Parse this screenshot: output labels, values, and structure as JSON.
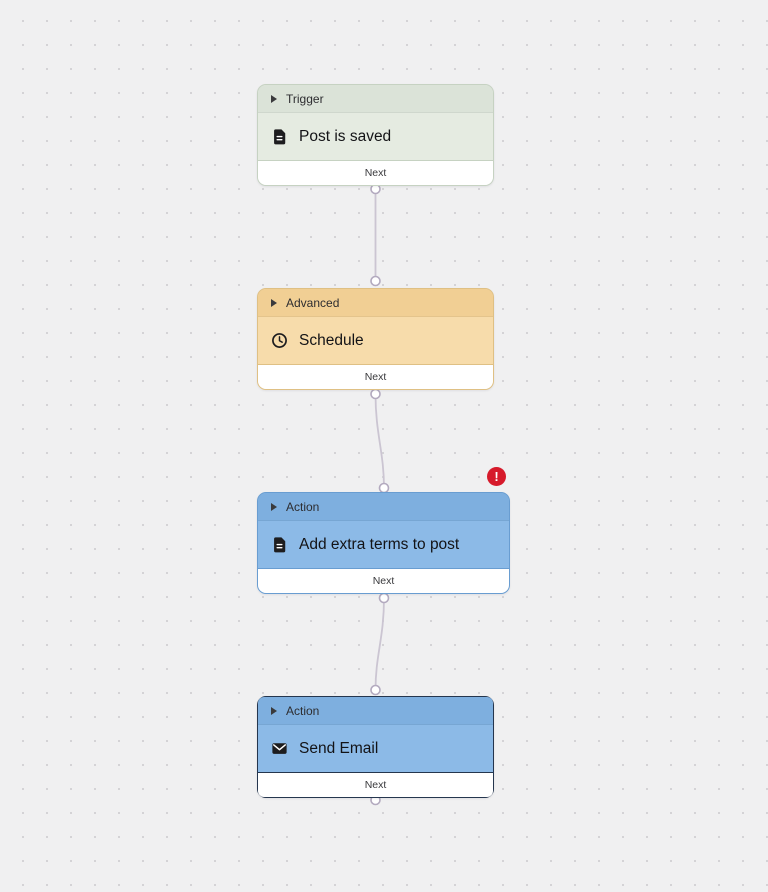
{
  "canvas": {
    "background_color": "#f0f0f1",
    "dot_color": "#d4d3d6"
  },
  "wires": {
    "line_color": "#cbc5d2",
    "port_stroke": "#b3aabf",
    "port_fill": "#ffffff"
  },
  "nodes": [
    {
      "category": "Trigger",
      "title": "Post is saved",
      "icon": "document-icon",
      "footer_label": "Next",
      "has_error": false,
      "selected": false,
      "colors": {
        "header": "#dbe3d8",
        "body": "#e5ebe1",
        "border": "#c6d2c2"
      }
    },
    {
      "category": "Advanced",
      "title": "Schedule",
      "icon": "clock-icon",
      "footer_label": "Next",
      "has_error": false,
      "selected": false,
      "colors": {
        "header": "#f1cf94",
        "body": "#f7dcab",
        "border": "#dfc084"
      }
    },
    {
      "category": "Action",
      "title": "Add extra terms to post",
      "icon": "document-icon",
      "footer_label": "Next",
      "has_error": true,
      "selected": false,
      "colors": {
        "header": "#7eafdf",
        "body": "#8cbae7",
        "border": "#699dd1"
      }
    },
    {
      "category": "Action",
      "title": "Send Email",
      "icon": "envelope-icon",
      "footer_label": "Next",
      "has_error": false,
      "selected": true,
      "colors": {
        "header": "#7eafdf",
        "body": "#8cbae7",
        "border": "#25364e"
      }
    }
  ],
  "error_badge": {
    "symbol": "!",
    "color": "#d61a2b"
  }
}
